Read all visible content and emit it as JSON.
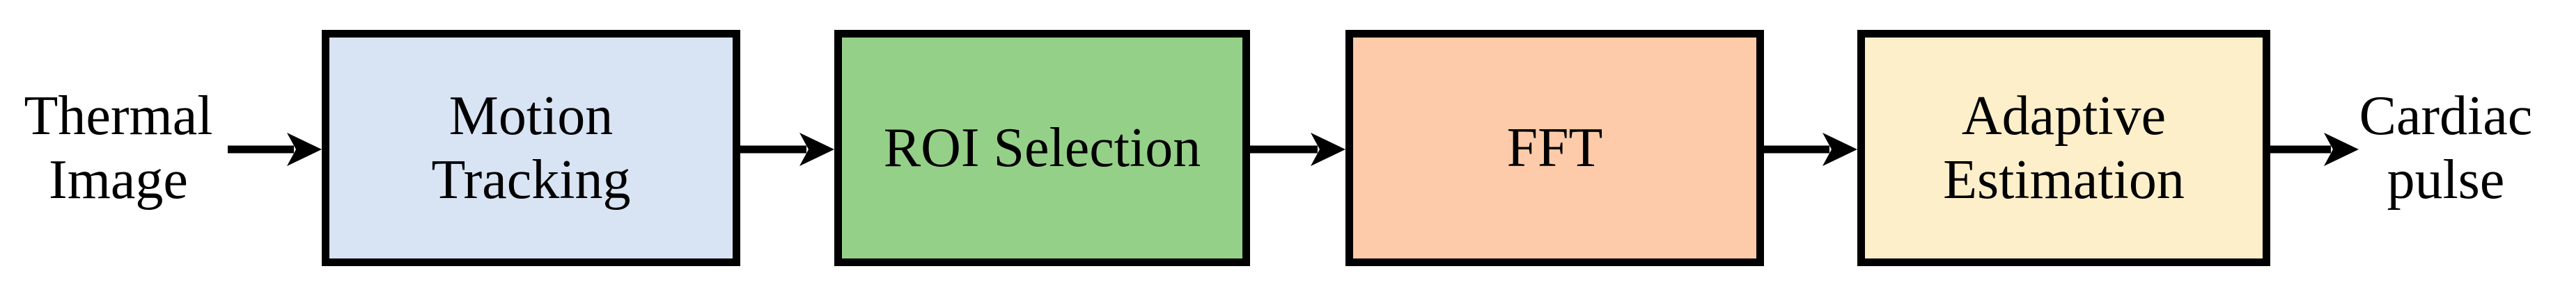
{
  "diagram": {
    "input_label": "Thermal\nImage",
    "output_label": "Cardiac\npulse",
    "boxes": {
      "motion": {
        "label": "Motion\nTracking",
        "fill": "#d8e3f3"
      },
      "roi": {
        "label": "ROI Selection",
        "fill": "#95d088"
      },
      "fft": {
        "label": "FFT",
        "fill": "#fdcba9"
      },
      "adaptive": {
        "label": "Adaptive\nEstimation",
        "fill": "#fdefca"
      }
    },
    "colors": {
      "border": "#000000",
      "arrow": "#000000",
      "text": "#000000",
      "background": "#ffffff"
    }
  }
}
